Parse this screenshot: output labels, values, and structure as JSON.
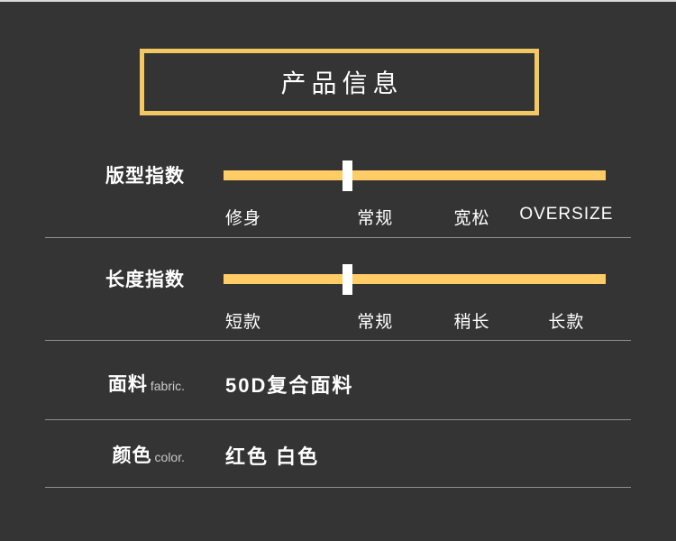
{
  "page": {
    "background_color": "#343434",
    "accent_color": "#ffcc66",
    "border_color": "#f3c862",
    "divider_color": "#8f8f8f",
    "text_color": "#ffffff"
  },
  "title": {
    "text": "产品信息"
  },
  "rows": [
    {
      "type": "slider",
      "label": "版型指数",
      "selected_index": 1,
      "selected_value": "常规",
      "options": [
        "修身",
        "常规",
        "宽松",
        "OVERSIZE"
      ]
    },
    {
      "type": "slider",
      "label": "长度指数",
      "selected_index": 1,
      "selected_value": "常规",
      "options": [
        "短款",
        "常规",
        "稍长",
        "长款"
      ]
    },
    {
      "type": "value",
      "label": "面料",
      "label_en": "fabric.",
      "value": "50D复合面料"
    },
    {
      "type": "value",
      "label": "颜色",
      "label_en": "color.",
      "value": "红色  白色"
    }
  ]
}
